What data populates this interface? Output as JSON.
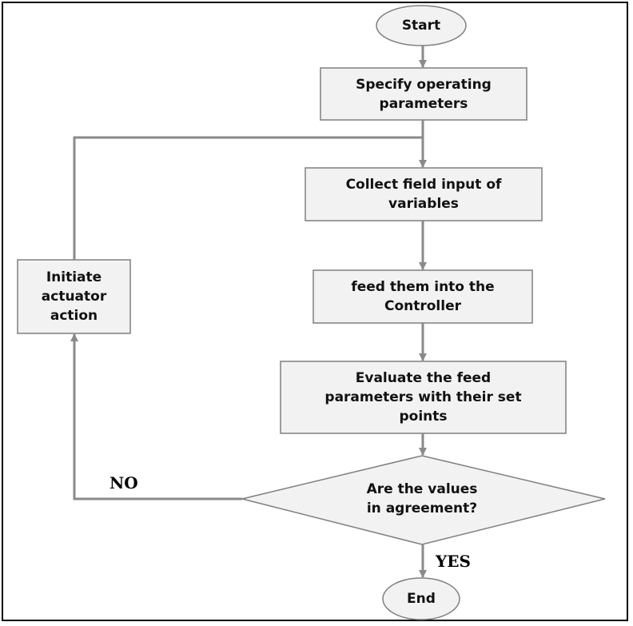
{
  "nodes": {
    "start": "Start",
    "specify": "Specify operating\nparameters",
    "collect": "Collect field input of\nvariables",
    "feed": "feed them into the\nController",
    "evaluate": "Evaluate the feed\nparameters with their set\npoints",
    "decision": "Are the values\nin agreement?",
    "actuator": "Initiate\nactuator\naction",
    "end": "End"
  },
  "branches": {
    "no": "NO",
    "yes": "YES"
  },
  "colors": {
    "box_fill": "#f2f2f2",
    "box_stroke": "#7f7f7f",
    "connector": "#8a8a8a",
    "frame": "#000000"
  }
}
